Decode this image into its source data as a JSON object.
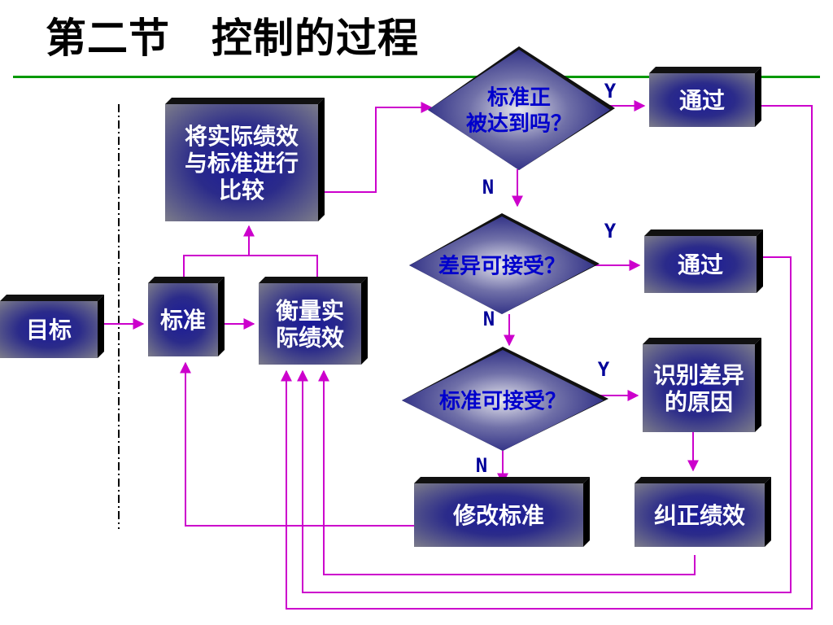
{
  "header": {
    "title": "第二节　控制的过程"
  },
  "colors": {
    "flow_line": "#cc00cc",
    "title_rule": "#009900",
    "node_text": "#ffffff",
    "diamond_text": "#0000cc",
    "yn_text": "#000099"
  },
  "nodes": {
    "goal": {
      "lines": [
        "目标"
      ]
    },
    "standard": {
      "lines": [
        "标准"
      ]
    },
    "measure": {
      "lines": [
        "衡量实",
        "际绩效"
      ]
    },
    "compare": {
      "lines": [
        "将实际绩效",
        "与标准进行",
        "比较"
      ]
    },
    "pass1": {
      "lines": [
        "通过"
      ]
    },
    "pass2": {
      "lines": [
        "通过"
      ]
    },
    "identify": {
      "lines": [
        "识别差异",
        "的原因"
      ]
    },
    "revise": {
      "lines": [
        "修改标准"
      ]
    },
    "correct": {
      "lines": [
        "纠正绩效"
      ]
    }
  },
  "decisions": {
    "met": {
      "lines": [
        "标准正",
        "被达到吗？"
      ]
    },
    "variance": {
      "lines": [
        "差异可接受？"
      ]
    },
    "std_ok": {
      "lines": [
        "标准可接受？"
      ]
    }
  },
  "labels": {
    "y1": "Y",
    "n1": "N",
    "y2": "Y",
    "n2": "N",
    "y3": "Y",
    "n3": "N"
  }
}
